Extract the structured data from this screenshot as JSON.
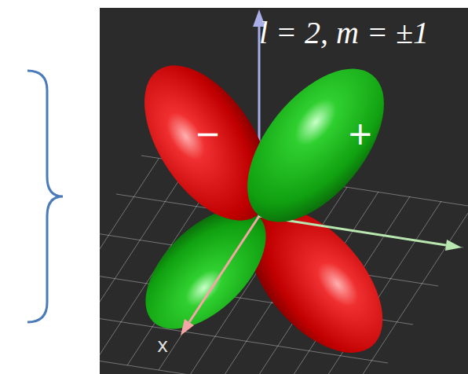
{
  "diagram": {
    "labels": [
      "l = 2, m = ±1",
      "−",
      "+",
      "x"
    ]
  }
}
